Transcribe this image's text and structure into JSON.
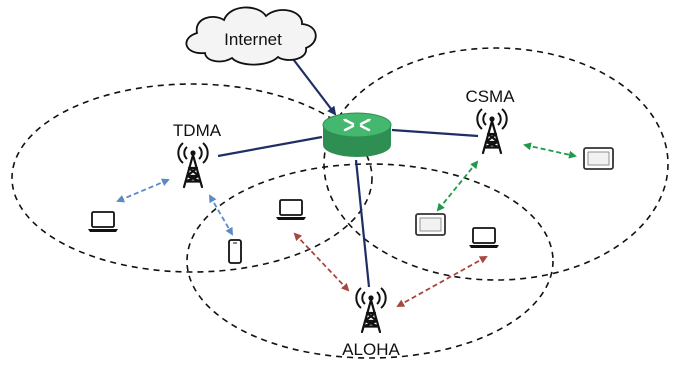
{
  "labels": {
    "internet": "Internet",
    "tdma": "TDMA",
    "csma": "CSMA",
    "aloha": "ALOHA"
  },
  "colors": {
    "backbone": "#1f2e63",
    "tdma_link": "#5b8ac7",
    "csma_link": "#1f9a4a",
    "aloha_link": "#a8473f",
    "router_top": "#43b86e",
    "router_side": "#2f8f52",
    "cloud_fill": "#f4f4f4",
    "device": "#111111"
  },
  "icons": {
    "cloud": "cloud-icon",
    "router": "router-icon",
    "tower": "antenna-tower-icon",
    "laptop": "laptop-icon",
    "tablet": "tablet-icon",
    "phone": "phone-icon"
  }
}
